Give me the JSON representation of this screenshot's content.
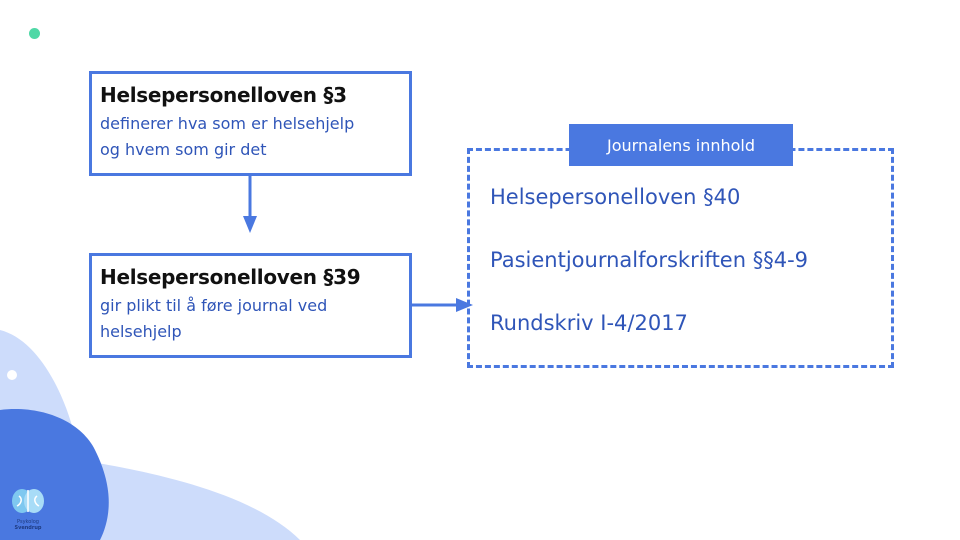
{
  "colors": {
    "accent": "#4a78e0",
    "text_blue": "#2f55b8",
    "green_dot": "#4fd8a6",
    "bg_light": "#cddcfb",
    "bg_dark": "#4a78e0"
  },
  "box1": {
    "title": "Helsepersonelloven §3",
    "desc_line1": "definerer hva som er helsehjelp",
    "desc_line2": "og hvem som gir det"
  },
  "box2": {
    "title": "Helsepersonelloven §39",
    "desc_line1": "gir plikt til å føre journal ved",
    "desc_line2": "helsehjelp"
  },
  "journal": {
    "label": "Journalens innhold",
    "items": [
      "Helsepersonelloven §40",
      "Pasientjournalforskriften §§4-9",
      "Rundskriv I-4/2017"
    ]
  },
  "logo": {
    "icon": "brain-icon",
    "line1": "Psykolog",
    "line2": "Svendrup"
  }
}
